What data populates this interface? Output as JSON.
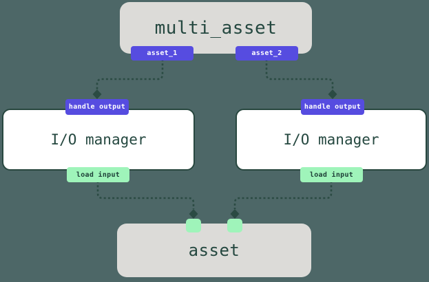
{
  "diagram": {
    "type": "asset-io-flow",
    "nodes": {
      "multi_asset": {
        "label": "multi_asset"
      },
      "io_manager_left": {
        "label": "I/O manager"
      },
      "io_manager_right": {
        "label": "I/O manager"
      },
      "asset": {
        "label": "asset"
      }
    },
    "badges": {
      "asset_1": {
        "label": "asset_1"
      },
      "asset_2": {
        "label": "asset_2"
      },
      "handle_output_left": {
        "label": "handle output"
      },
      "handle_output_right": {
        "label": "handle output"
      },
      "load_input_left": {
        "label": "load input"
      },
      "load_input_right": {
        "label": "load input"
      }
    },
    "edges": [
      {
        "from": "asset_1",
        "to": "handle_output_left"
      },
      {
        "from": "asset_2",
        "to": "handle_output_right"
      },
      {
        "from": "load_input_left",
        "to": "asset_input_port_left"
      },
      {
        "from": "load_input_right",
        "to": "asset_input_port_right"
      }
    ],
    "colors": {
      "background": "#4d6767",
      "node_fill_gray": "#dcdbd8",
      "node_fill_white": "#ffffff",
      "node_border": "#28473f",
      "text_dark": "#254840",
      "badge_purple": "#564ce0",
      "badge_purple_text": "#ffffff",
      "badge_mint": "#9ff4ba",
      "badge_mint_text": "#1e4038",
      "edge": "#2b4b43"
    }
  }
}
